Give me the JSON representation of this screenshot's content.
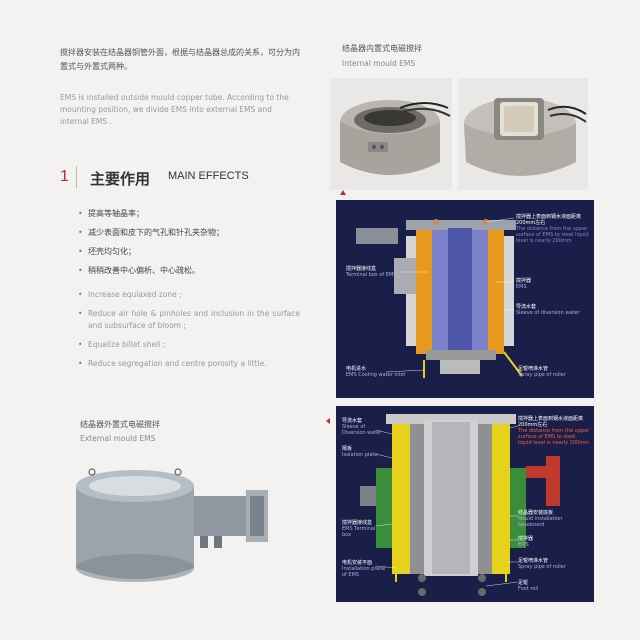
{
  "intro": {
    "zh": "搅拌器安装在结晶器铜管外面，根据与结晶器总成的关系，可分为内置式与外置式两种。",
    "en": "EMS is installed outside mould copper tube. According to the mounting position, we divide EMS into external EMS and internal EMS ."
  },
  "internal_caption": {
    "zh": "结晶器内置式电磁搅拌",
    "en": "Internal mould EMS"
  },
  "section": {
    "number": "1",
    "zh": "主要作用",
    "en": "MAIN EFFECTS"
  },
  "bullets_zh": [
    "提高等轴晶率；",
    "减少表面和皮下的气孔和针孔夹杂物；",
    "坯壳均匀化；",
    "稍稍改善中心偏析、中心疏松。"
  ],
  "bullets_en": [
    "Increase equiaxed  zone ;",
    "Reduce air hole & pinholes and inclusion in the surface and subsurface of bloom ;",
    "Equalize billet shell ;",
    "Reduce segregation and centre porosity a little."
  ],
  "external_caption": {
    "zh": "结晶器外置式电磁搅拌",
    "en": "External mould EMS"
  },
  "diagram1": {
    "labels": [
      {
        "zh": "搅拌器上表面到钢水液面距离200mm左右",
        "en": "The distance from the upper surface of EMS to steel liquid level is nearly 200mm"
      },
      {
        "zh": "搅拌器接线盒",
        "en": "Terminal box of EMS"
      },
      {
        "zh": "搅拌器",
        "en": "EMS"
      },
      {
        "zh": "导流水套",
        "en": "Sleeve of diversion water"
      },
      {
        "zh": "电机进水",
        "en": "EMS Cooling water inlet"
      },
      {
        "zh": "足辊喷淋水管",
        "en": "Spray pipe of roller"
      }
    ]
  },
  "diagram2": {
    "labels": [
      {
        "zh": "导流水套",
        "en": "Sleeve of Diversion water"
      },
      {
        "zh": "隔板",
        "en": "Isolation plate"
      },
      {
        "zh": "搅拌器接线盒",
        "en": "EMS Terminal box"
      },
      {
        "zh": "电机安装平面",
        "en": "Installation plane of EMS"
      },
      {
        "zh": "搅拌器上表面到钢水液面距离200mm左右",
        "en": "The distance from the upper surface of EMS to steel liquid level is nearly 200mm"
      },
      {
        "zh": "结晶器安装底板",
        "en": "Mould installation baseboard"
      },
      {
        "zh": "搅拌器",
        "en": "EMS"
      },
      {
        "zh": "足辊喷淋水管",
        "en": "Spray pipe of roller"
      },
      {
        "zh": "足辊",
        "en": "Foot roll"
      }
    ]
  },
  "colors": {
    "accent": "#c0282c",
    "panel": "#1a1f4a",
    "machine_gray": "#9aa3ab"
  }
}
